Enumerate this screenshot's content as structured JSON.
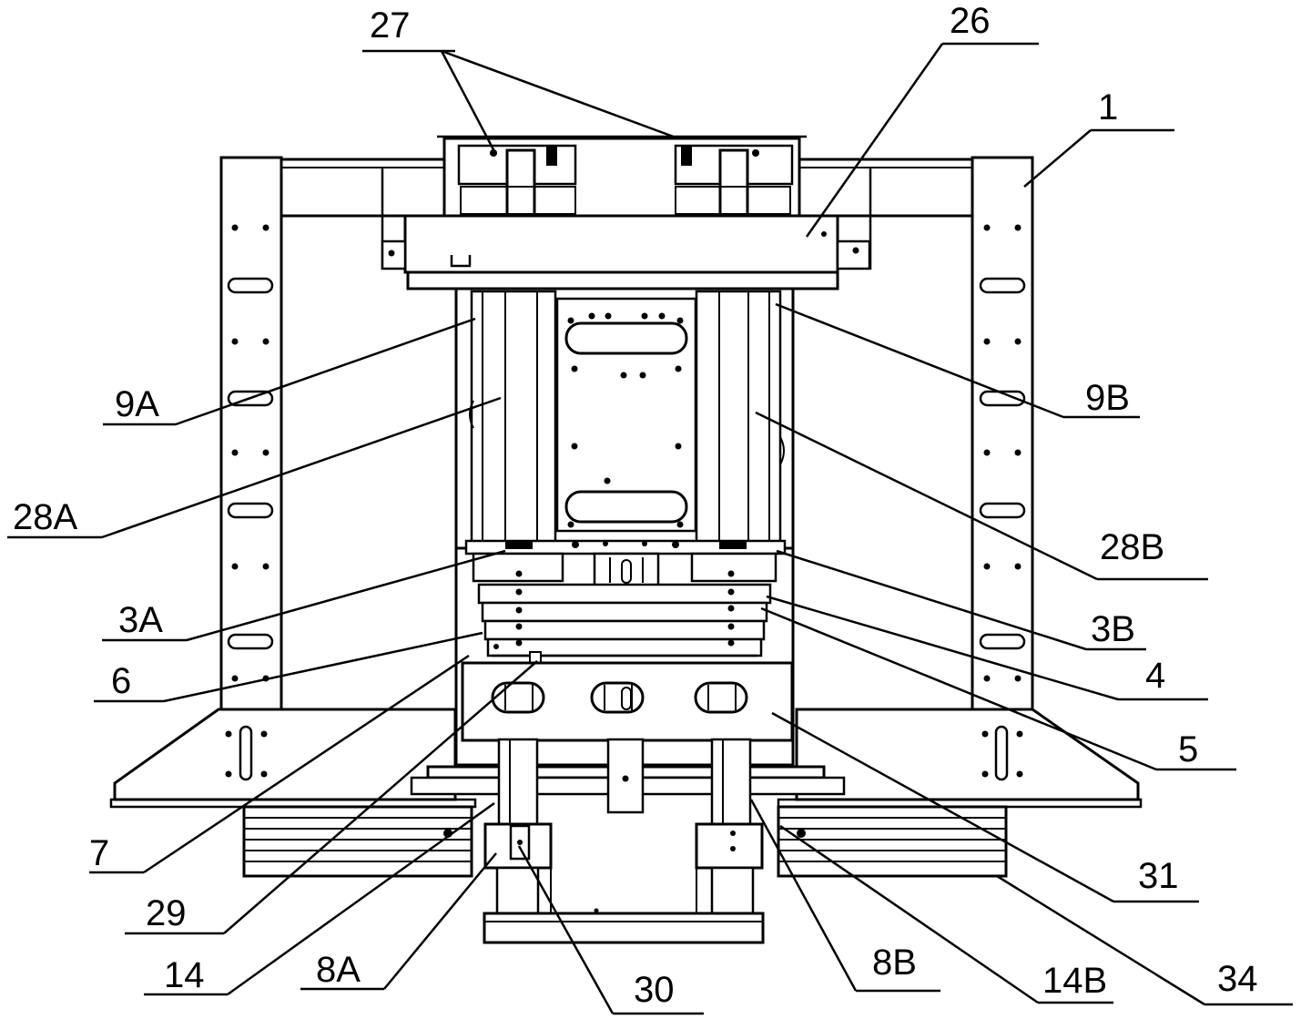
{
  "labels": {
    "l27": "27",
    "l26": "26",
    "l1": "1",
    "l9A": "9A",
    "l9B": "9B",
    "l28A": "28A",
    "l28B": "28B",
    "l3A": "3A",
    "l3B": "3B",
    "l6": "6",
    "l4": "4",
    "l5": "5",
    "l7": "7",
    "l31": "31",
    "l29": "29",
    "l14": "14",
    "l8A": "8A",
    "l30": "30",
    "l8B": "8B",
    "l14B": "14B",
    "l34": "34"
  },
  "colors": {
    "line": "#000000",
    "background": "#ffffff"
  }
}
